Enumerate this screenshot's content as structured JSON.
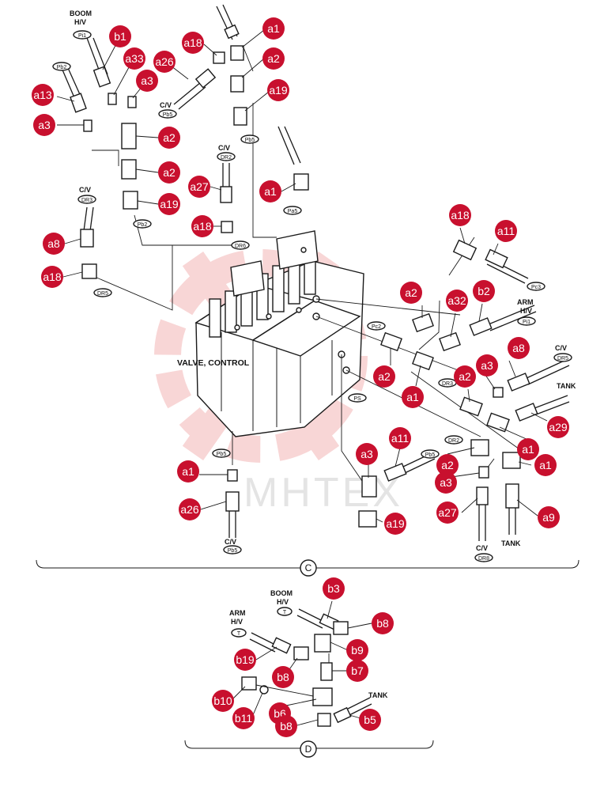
{
  "diagram": {
    "accent_color": "#c8102e",
    "watermark_color": "#f3b5b5",
    "watermark_text": "МНТЕХ",
    "sections": {
      "c": "C",
      "d": "D"
    },
    "title_label": "VALVE, CONTROL",
    "text_labels": {
      "boom_hv_top": [
        "BOOM",
        "H/V"
      ],
      "cv_pb5_top": "C/V",
      "cv_dr2": "C/V",
      "cv_dr3": "C/V",
      "arm_hv_right": [
        "ARM",
        "H/V"
      ],
      "cv_dr5": "C/V",
      "tank_right": "TANK",
      "cv_pb5_bottom": "C/V",
      "tank_bottom": "TANK",
      "cv_dr8": "C/V",
      "boom_hv_d": [
        "BOOM",
        "H/V"
      ],
      "arm_hv_d": [
        "ARM",
        "H/V"
      ],
      "tank_d": "TANK"
    },
    "ports": {
      "pi1_top": "Pi1",
      "pb2_top": "Pb2",
      "pb5_top": "Pb5",
      "pb5_a19": "Pb5",
      "pb5_a1": "Pa5",
      "dr2_top": "DR2",
      "dr3": "DR3",
      "pb2_a19": "Pb2",
      "dr6": "DR6",
      "dr5_left": "DR5",
      "pc3": "Pc3",
      "pi1_arm": "Pi1",
      "pc2": "Pc2",
      "dr5_right": "DR5",
      "dr3_mid": "DR3",
      "ps": "PS",
      "dr2_mid": "DR2",
      "pb5_mid": "Pb5",
      "pb5_left": "Pb5",
      "pb5_bottom": "Pb5",
      "dr8_bottom": "DR8",
      "t_boom": "T",
      "t_arm": "T"
    },
    "callouts": [
      "a1",
      "a2",
      "a19",
      "b1",
      "a33",
      "a26",
      "a18",
      "a3",
      "a13",
      "a3",
      "a2",
      "a2",
      "a19",
      "a27",
      "a1",
      "a18",
      "a8",
      "a18",
      "a18",
      "a11",
      "a2",
      "a32",
      "b2",
      "a2",
      "a8",
      "a2",
      "a3",
      "a1",
      "a29",
      "a1",
      "a11",
      "a2",
      "a1",
      "a3",
      "a3",
      "a1",
      "a26",
      "a27",
      "a19",
      "a9",
      "b3",
      "b8",
      "b19",
      "b9",
      "b8",
      "b7",
      "b10",
      "b6",
      "b11",
      "b8",
      "b5"
    ]
  }
}
